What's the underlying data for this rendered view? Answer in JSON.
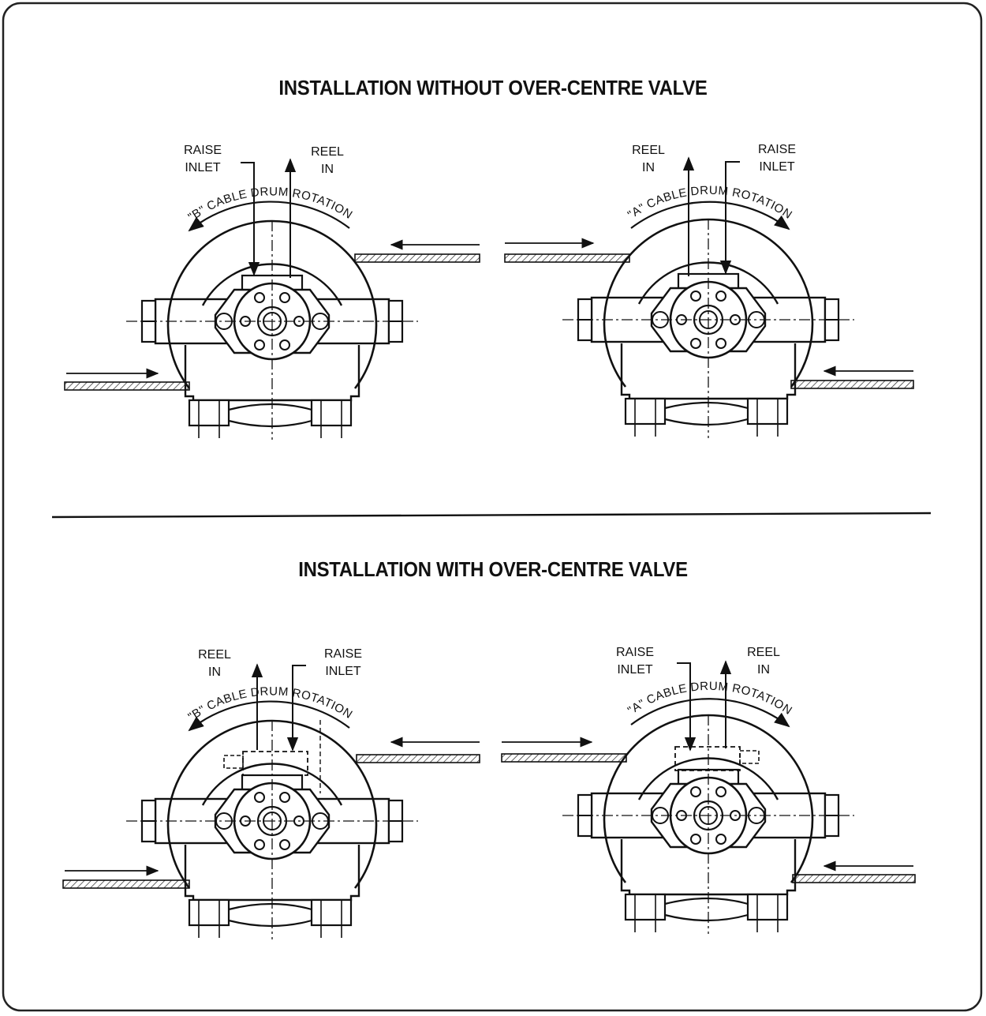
{
  "titles": {
    "top": "INSTALLATION WITHOUT OVER-CENTRE VALVE",
    "bottom": "INSTALLATION WITH OVER-CENTRE VALVE"
  },
  "labels": {
    "raise_inlet_line1": "RAISE",
    "raise_inlet_line2": "INLET",
    "reel_in_line1": "REEL",
    "reel_in_line2": "IN"
  },
  "rotation": {
    "b": "\"B\" CABLE DRUM ROTATION",
    "a": "\"A\" CABLE DRUM ROTATION"
  },
  "panels": [
    {
      "id": "top-left",
      "rotation_key": "b",
      "over_centre_valve": false
    },
    {
      "id": "top-right",
      "rotation_key": "a",
      "over_centre_valve": false
    },
    {
      "id": "bottom-left",
      "rotation_key": "b",
      "over_centre_valve": true
    },
    {
      "id": "bottom-right",
      "rotation_key": "a",
      "over_centre_valve": true
    }
  ]
}
